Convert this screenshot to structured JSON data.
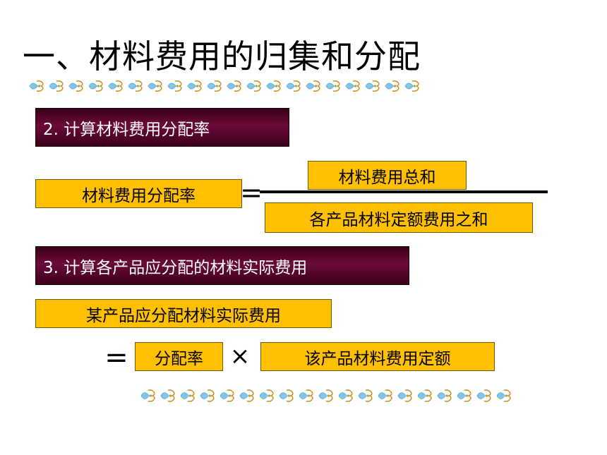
{
  "title": "一、材料费用的归集和分配",
  "section2": {
    "heading": "2. 计算材料费用分配率",
    "lhs": "材料费用分配率",
    "equals": "=",
    "numerator": "材料费用总和",
    "denominator": "各产品材料定额费用之和"
  },
  "section3": {
    "heading": "3. 计算各产品应分配的材料实际费用",
    "lhs": "某产品应分配材料实际费用",
    "equals": "=",
    "factor1": "分配率",
    "times": "×",
    "factor2": "该产品材料费用定额"
  },
  "colors": {
    "heading_box": "#5a0030",
    "formula_box": "#ffc000",
    "ornament_blue": "#7fc6e8",
    "ornament_gold": "#c8962e"
  }
}
